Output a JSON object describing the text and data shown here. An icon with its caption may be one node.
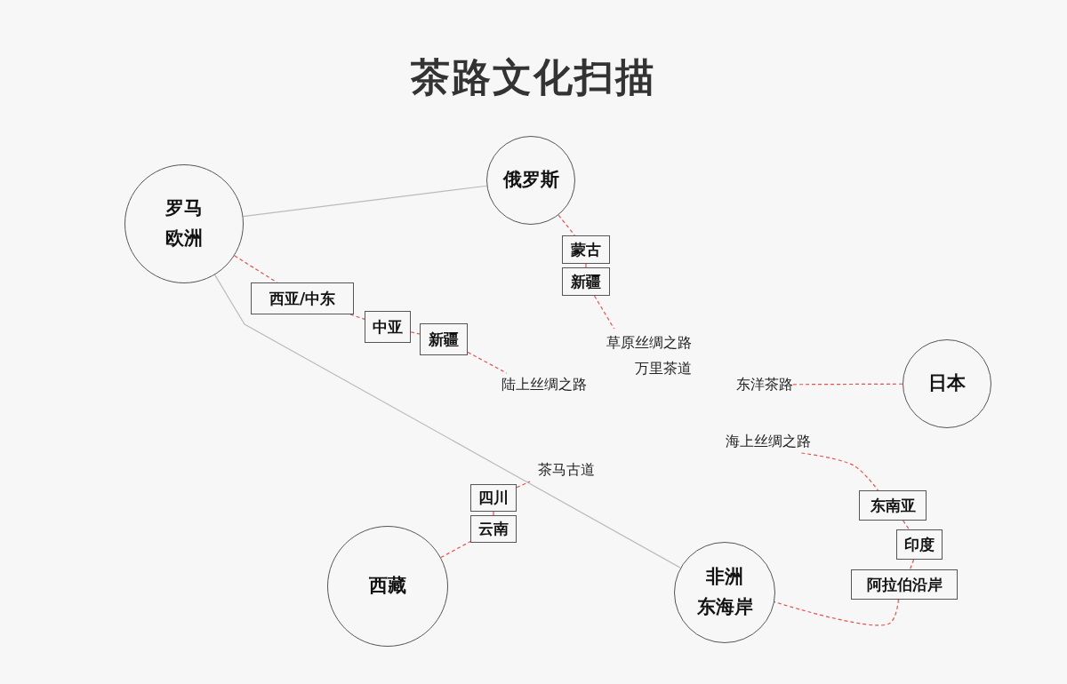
{
  "diagram": {
    "title": "茶路文化扫描",
    "nodes": [
      {
        "text": [
          "罗马",
          "欧洲"
        ]
      },
      {
        "text": [
          "俄罗斯"
        ]
      },
      {
        "text": [
          "西亚/中东"
        ]
      },
      {
        "text": [
          "中亚"
        ]
      },
      {
        "text": [
          "新疆"
        ]
      },
      {
        "text": [
          "陆上丝绸之路"
        ]
      },
      {
        "text": [
          "蒙古"
        ]
      },
      {
        "text": [
          "新疆"
        ]
      },
      {
        "text": [
          "草原丝绸之路",
          "万里茶道"
        ]
      },
      {
        "text": [
          "东洋茶路"
        ]
      },
      {
        "text": [
          "日本"
        ]
      },
      {
        "text": [
          "海上丝绸之路"
        ]
      },
      {
        "text": [
          "茶马古道"
        ]
      },
      {
        "text": [
          "四川"
        ]
      },
      {
        "text": [
          "云南"
        ]
      },
      {
        "text": [
          "东南亚"
        ]
      },
      {
        "text": [
          "印度"
        ]
      },
      {
        "text": [
          "西藏"
        ]
      },
      {
        "text": [
          "非洲",
          "东海岸"
        ]
      },
      {
        "text": [
          "阿拉伯沿岸"
        ]
      }
    ],
    "edges": [
      {
        "from": 0,
        "to": 1,
        "arrow": "none",
        "color": "#bbbbbb"
      },
      {
        "from": 0,
        "to": 18,
        "arrow": "none",
        "color": "#bbbbbb"
      },
      {
        "from": 0,
        "to": 2,
        "arrow": "none",
        "style": "dashed"
      },
      {
        "from": 2,
        "to": 3,
        "arrow": "none",
        "style": "dashed"
      },
      {
        "from": 3,
        "to": 4,
        "arrow": "none",
        "style": "dashed"
      },
      {
        "from": 4,
        "to": 5,
        "arrow": "none",
        "style": "dashed"
      },
      {
        "from": 1,
        "to": 6,
        "arrow": "none",
        "style": "dashed"
      },
      {
        "from": 6,
        "to": 7,
        "arrow": "none",
        "style": "dashed"
      },
      {
        "from": 7,
        "to": 8,
        "arrow": "none",
        "style": "dashed"
      },
      {
        "from": 9,
        "to": 10,
        "arrow": "none",
        "style": "dashed"
      },
      {
        "from": 11,
        "to": 15,
        "arrow": "none",
        "style": "dashed"
      },
      {
        "from": 15,
        "to": 16,
        "arrow": "none",
        "style": "dashed"
      },
      {
        "from": 16,
        "to": 19,
        "arrow": "none",
        "style": "dashed"
      },
      {
        "from": 19,
        "to": 18,
        "arrow": "none",
        "style": "dashed"
      },
      {
        "from": 17,
        "to": 14,
        "arrow": "none",
        "style": "dashed"
      },
      {
        "from": 14,
        "to": 13,
        "arrow": "none",
        "style": "dashed"
      },
      {
        "from": 13,
        "to": 12,
        "arrow": "none",
        "style": "dashed"
      }
    ]
  }
}
